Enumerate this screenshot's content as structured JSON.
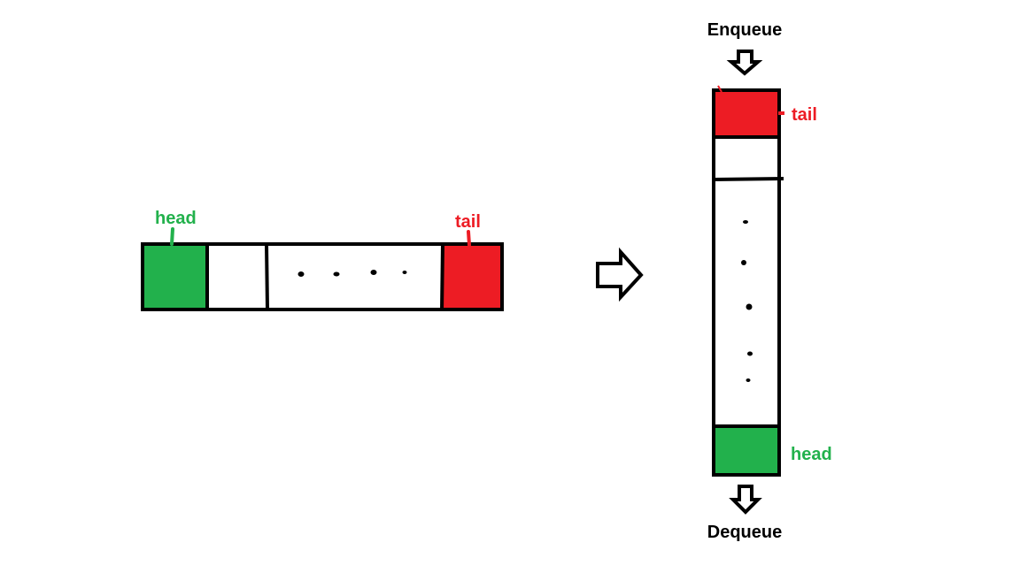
{
  "colors": {
    "head": "#22b14c",
    "tail": "#ed1c24",
    "stroke": "#000000",
    "background": "#ffffff"
  },
  "horizontal_queue": {
    "head_label": "head",
    "tail_label": "tail"
  },
  "vertical_queue": {
    "enqueue_label": "Enqueue",
    "dequeue_label": "Dequeue",
    "head_label": "head",
    "tail_label": "tail"
  },
  "transition_arrow": "right-arrow-icon"
}
